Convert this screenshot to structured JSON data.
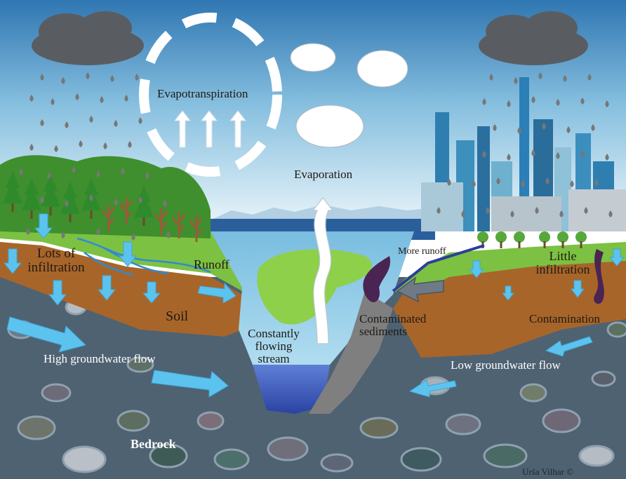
{
  "diagram": {
    "labels": {
      "evapotranspiration": "Evapotranspiration",
      "evaporation": "Evaporation",
      "lots_of_infiltration": "Lots of infiltration",
      "runoff": "Runoff",
      "soil": "Soil",
      "constantly_flowing_stream": "Constantly flowing stream",
      "contaminated_sediments": "Contaminated sediments",
      "more_runoff": "More runoff",
      "little_infiltration": "Little infiltration",
      "contamination": "Contamination",
      "high_groundwater_flow": "High groundwater flow",
      "low_groundwater_flow": "Low groundwater flow",
      "bedrock": "Bedrock",
      "credit": "Urša Vilhar ©"
    },
    "colors": {
      "sky_top": "#2f76b2",
      "sky_bottom": "#e9f4fa",
      "bedrock": "#4f6272",
      "soil": "#a8652a",
      "grass": "#7cc142",
      "forest_green": "#3f8f2e",
      "tree_trunk": "#9a5a3a",
      "lake": "#87c6e3",
      "stream_deep": "#2f50b0",
      "contamination": "#4a2453",
      "sediment": "#7f7f7f",
      "city_blue": "#2e7fb0",
      "rain": "#7a7a7a",
      "cloud_dark": "#595d61",
      "flow_arrow": "#5cc3ef"
    }
  }
}
